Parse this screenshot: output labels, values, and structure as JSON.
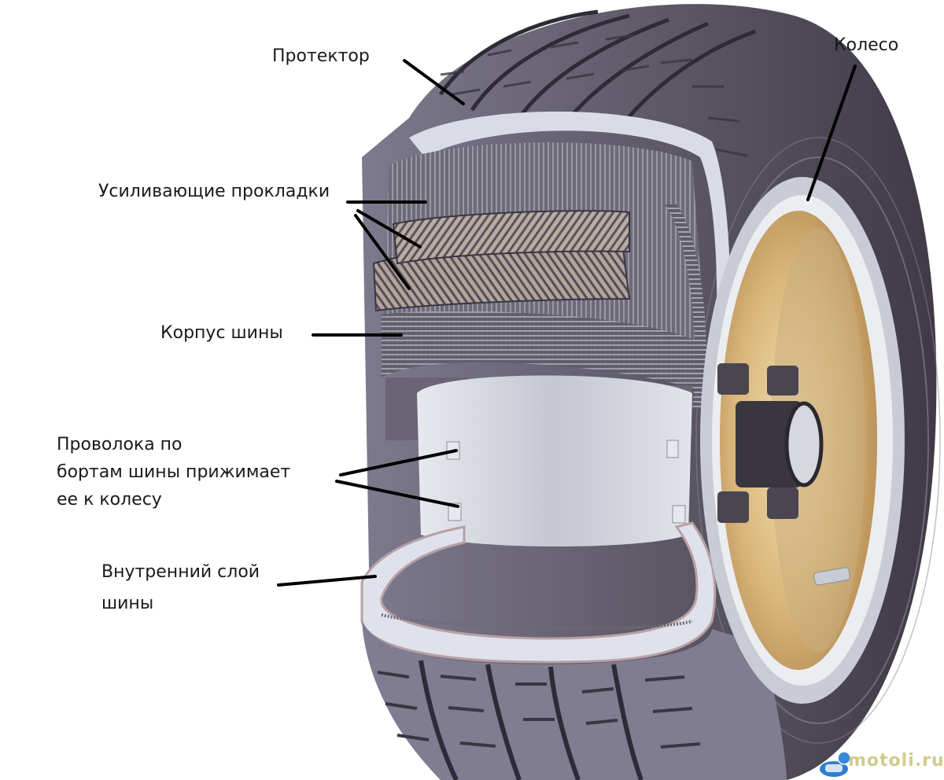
{
  "diagram": {
    "subject": "Cutaway of a car tire mounted on a wheel",
    "labels": [
      {
        "id": "tread",
        "lines": [
          "Протектор"
        ]
      },
      {
        "id": "wheel",
        "lines": [
          "Колесо"
        ]
      },
      {
        "id": "belts",
        "lines": [
          "Усиливающие прокладки"
        ]
      },
      {
        "id": "carcass",
        "lines": [
          "Корпус шины"
        ]
      },
      {
        "id": "bead-wire",
        "lines": [
          "Проволока по",
          "бортам шины прижимает",
          "ее к колесу"
        ]
      },
      {
        "id": "inner-liner",
        "lines": [
          "Внутренний слой",
          "шины"
        ]
      }
    ],
    "watermark": "motoli.ru"
  },
  "colors": {
    "background": "#ffffff",
    "tire_rubber": "#5f5a68",
    "tire_dark": "#3d3944",
    "tread_light": "#8c8aa0",
    "section_cut": "#d9dce6",
    "cord": "#6e6b78",
    "belt": "#b8ada0",
    "rim_gold": "#d9b77c",
    "rim_silver": "#c9ccd4",
    "leader_line": "#000000",
    "label_text": "#1a1a1a"
  }
}
